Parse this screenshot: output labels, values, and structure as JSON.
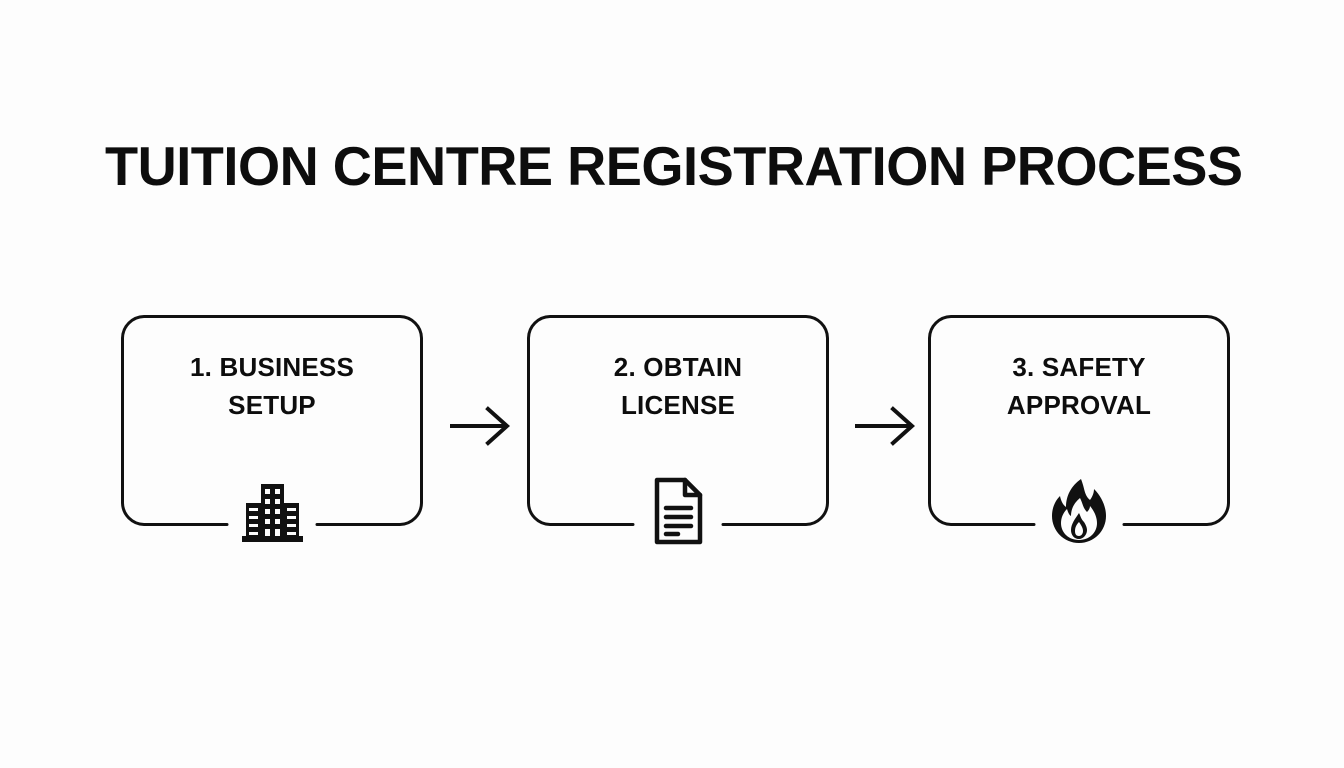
{
  "page": {
    "title": "TUITION CENTRE REGISTRATION PROCESS",
    "background_color": "#fdfdfd",
    "ink_color": "#111111"
  },
  "diagram": {
    "type": "process-flow",
    "orientation": "horizontal",
    "steps": [
      {
        "number": "1.",
        "label_line_1": "1. BUSINESS",
        "label_line_2": "SETUP",
        "label": "1. BUSINESS SETUP",
        "icon": "building-icon"
      },
      {
        "number": "2.",
        "label_line_1": "2. OBTAIN",
        "label_line_2": "LICENSE",
        "label": "2. OBTAIN LICENSE",
        "icon": "document-icon"
      },
      {
        "number": "3.",
        "label_line_1": "3. SAFETY",
        "label_line_2": "APPROVAL",
        "label": "3. SAFETY APPROVAL",
        "icon": "flame-icon"
      }
    ],
    "connectors": [
      {
        "from": "1. BUSINESS SETUP",
        "to": "2. OBTAIN LICENSE",
        "icon": "arrow-right-icon"
      },
      {
        "from": "2. OBTAIN LICENSE",
        "to": "3. SAFETY APPROVAL",
        "icon": "arrow-right-icon"
      }
    ]
  }
}
